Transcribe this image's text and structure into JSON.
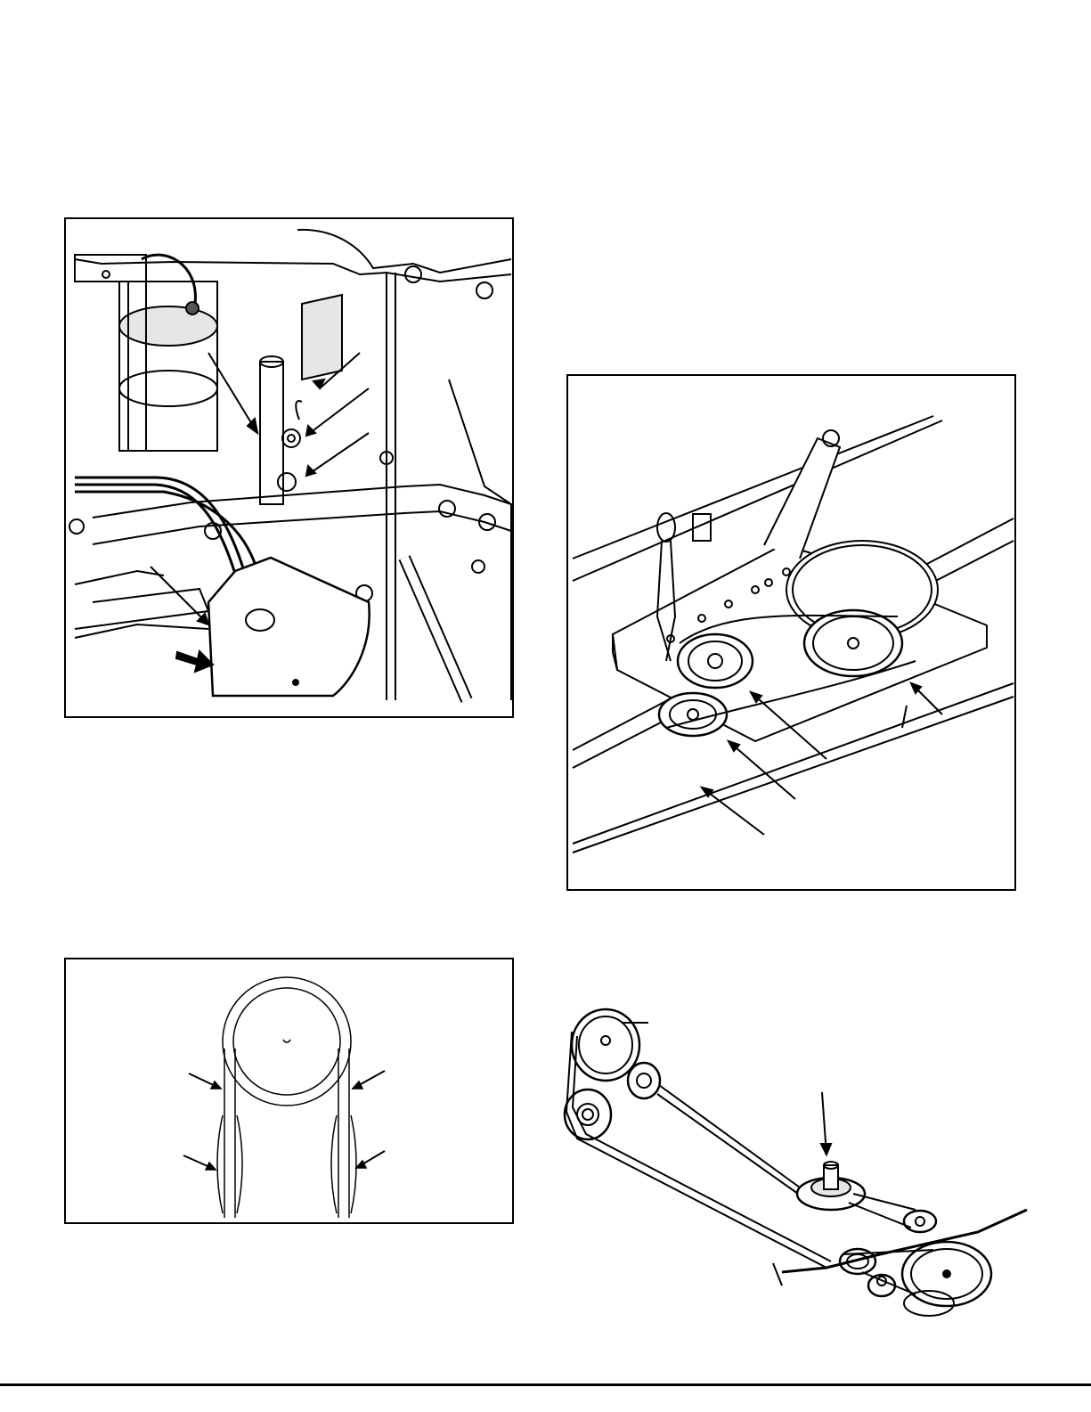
{
  "figures": [
    {
      "id": "deflector-figure",
      "labels": []
    },
    {
      "id": "idler-pulley-figure",
      "labels": []
    },
    {
      "id": "belt-guide-figure",
      "labels": []
    },
    {
      "id": "belt-routing-figure",
      "labels": []
    }
  ],
  "colors": {
    "line": "#000000",
    "paper": "#ffffff",
    "shade": "#e6e6e6",
    "dark": "#555555"
  }
}
